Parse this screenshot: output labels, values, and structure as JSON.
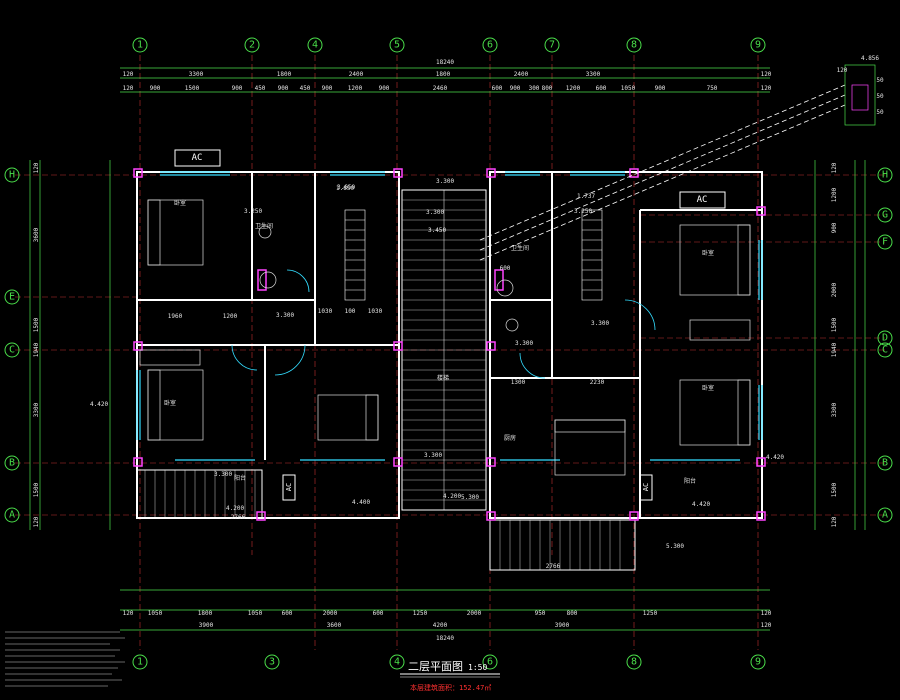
{
  "drawing": {
    "title": "二层平面图",
    "scale": "1:50",
    "area_note": "本层建筑面积：152.47㎡",
    "ac_label": "AC",
    "colors": {
      "background": "#000000",
      "axis": "#4ade4a",
      "wall": "#ffffff",
      "pillar": "#ff44ff",
      "window": "#33ddff",
      "dimension": "#e6e6e6",
      "highlight": "#ffff44",
      "red": "#ff3030"
    }
  },
  "axes": {
    "top": [
      "1",
      "2",
      "4",
      "5",
      "6",
      "7",
      "8",
      "9"
    ],
    "bottom": [
      "1",
      "3",
      "4",
      "6",
      "8",
      "9"
    ],
    "left": [
      "H",
      "E",
      "C",
      "B",
      "A"
    ],
    "right": [
      "H",
      "G",
      "F",
      "D",
      "C",
      "B",
      "A"
    ]
  },
  "dimensions": {
    "top_total": "18240",
    "top_row1": [
      "120",
      "3300",
      "1800",
      "2400",
      "1800",
      "2400",
      "3300",
      "120"
    ],
    "top_row2": [
      "120",
      "900",
      "1500",
      "900",
      "450",
      "900",
      "450",
      "900",
      "1200",
      "900",
      "2460",
      "600",
      "900",
      "300",
      "800",
      "1200",
      "600",
      "1050",
      "900",
      "750",
      "120"
    ],
    "bottom_row1": [
      "120",
      "1050",
      "1800",
      "1050",
      "600",
      "2000",
      "600",
      "1250",
      "2000",
      "950",
      "800",
      "1250",
      "120"
    ],
    "bottom_row2": [
      "3900",
      "3600",
      "4200",
      "3900",
      "120"
    ],
    "bottom_total": "18240",
    "left_outer": [
      "120",
      "3600",
      "1500",
      "1940",
      "3300",
      "1500",
      "120"
    ],
    "right_outer": [
      "120",
      "1200",
      "900",
      "2000",
      "1500",
      "1940",
      "3300",
      "1500",
      "120"
    ],
    "detail_box": [
      "4.856",
      "120",
      "50",
      "50",
      "50"
    ]
  },
  "elevations": [
    "3.250",
    "3.250",
    "3.300",
    "3.300",
    "3.300",
    "3.300",
    "3.300",
    "3.650",
    "3.450",
    "4.400",
    "4.420",
    "4.420",
    "4.200",
    "4.200",
    "1.650",
    "1.737",
    "3.300",
    "3.300"
  ],
  "room_labels": [
    "卧室",
    "卫生间",
    "卧室",
    "卫生间",
    "厨房",
    "卧室",
    "阳台",
    "阳台",
    "卧室",
    "楼梯"
  ],
  "misc_dims": [
    "1960",
    "1200",
    "1030",
    "1030",
    "100",
    "600",
    "1300",
    "2230",
    "2766",
    "2766",
    "5.300",
    "5.300",
    "4.420"
  ]
}
